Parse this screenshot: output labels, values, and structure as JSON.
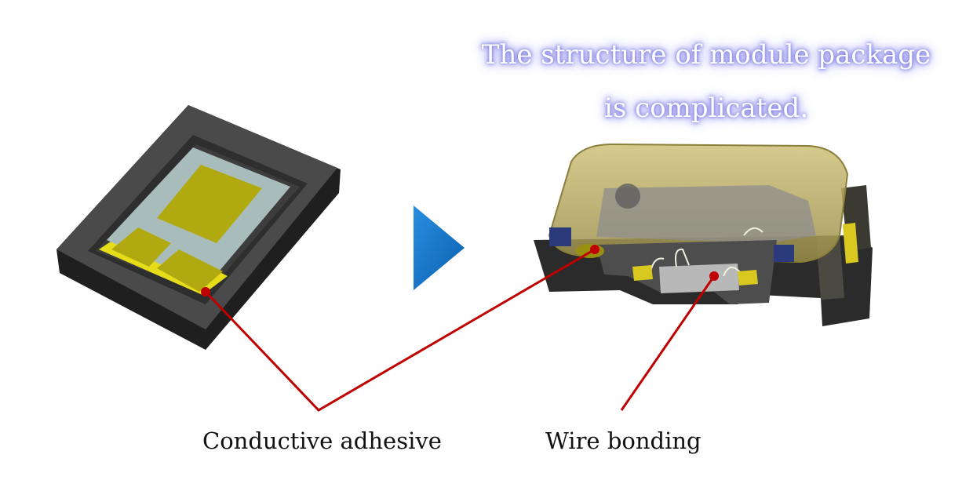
{
  "headline": {
    "line1": "The structure of module package",
    "line2": "is complicated."
  },
  "labels": {
    "conductive_adhesive": "Conductive adhesive",
    "wire_bonding": "Wire bonding"
  },
  "colors": {
    "callout_line": "#c00000",
    "arrow": "#0a6fc2",
    "package_body": "#3a3a3a",
    "pad_gold": "#b8b000",
    "glow": "#8a8ae8"
  }
}
